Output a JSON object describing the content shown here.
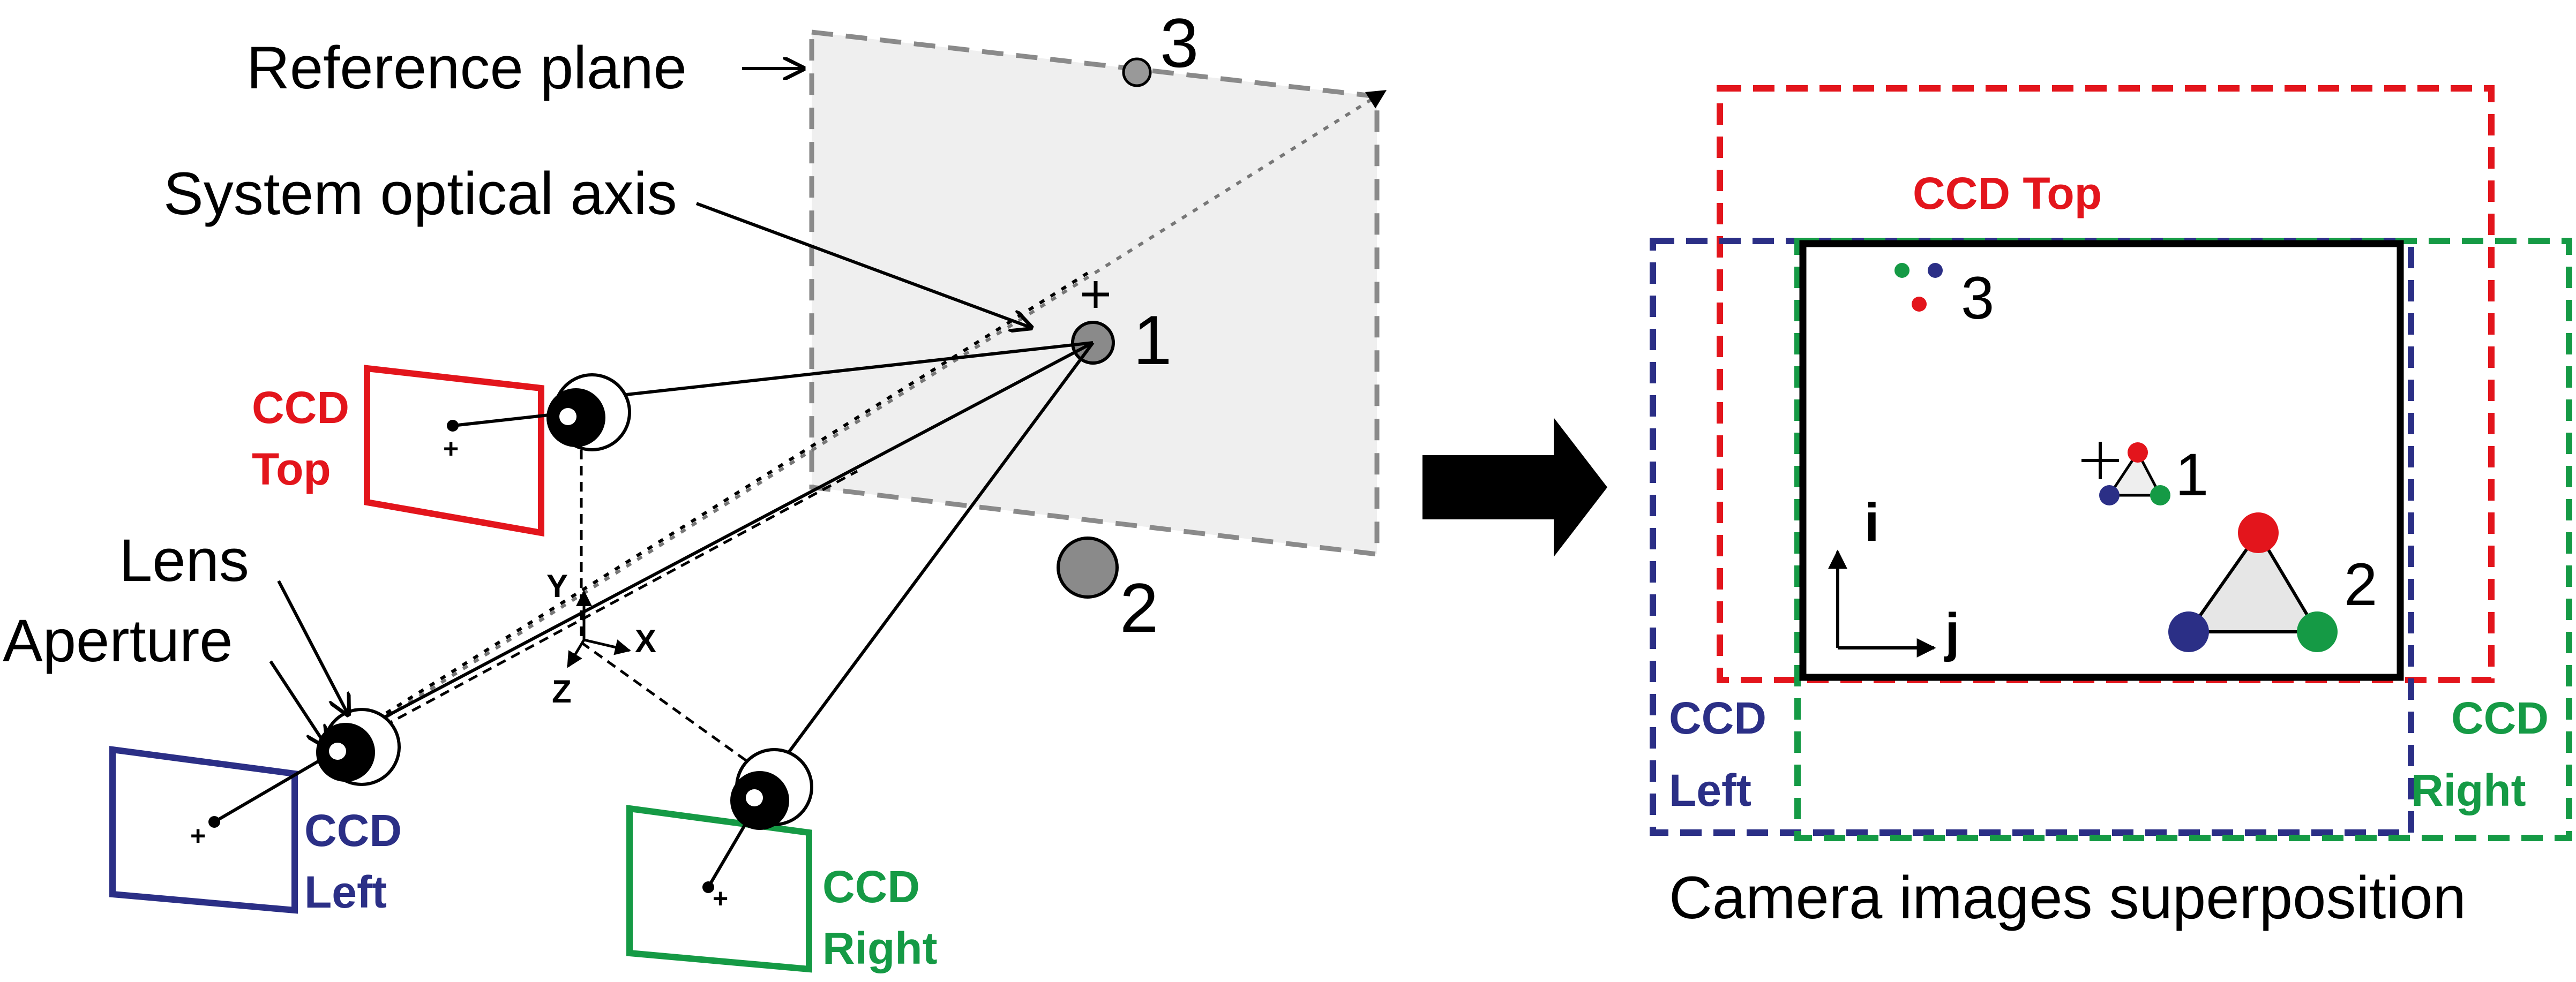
{
  "labels": {
    "reference_plane": "Reference plane",
    "system_optical_axis": "System optical axis",
    "lens": "Lens",
    "aperture": "Aperture",
    "points": [
      "1",
      "2",
      "3"
    ],
    "axes": {
      "x": "X",
      "y": "Y",
      "z": "Z"
    },
    "image_axes": {
      "i": "i",
      "j": "j"
    },
    "superposition_caption": "Camera images superposition"
  },
  "ccd_labels": {
    "top_left": "CCD",
    "top_right": "Top",
    "left_a": "CCD",
    "left_b": "Left",
    "right_a": "CCD",
    "right_b": "Right",
    "sp_top": "CCD Top",
    "sp_left_a": "CCD",
    "sp_left_b": "Left",
    "sp_right_a": "CCD",
    "sp_right_b": "Right"
  },
  "colors": {
    "ccd_top": "#e3151c",
    "ccd_left": "#2b2f86",
    "ccd_right": "#159a45",
    "plane_fill": "#efefef",
    "point_gray": "#8a8a8a"
  }
}
